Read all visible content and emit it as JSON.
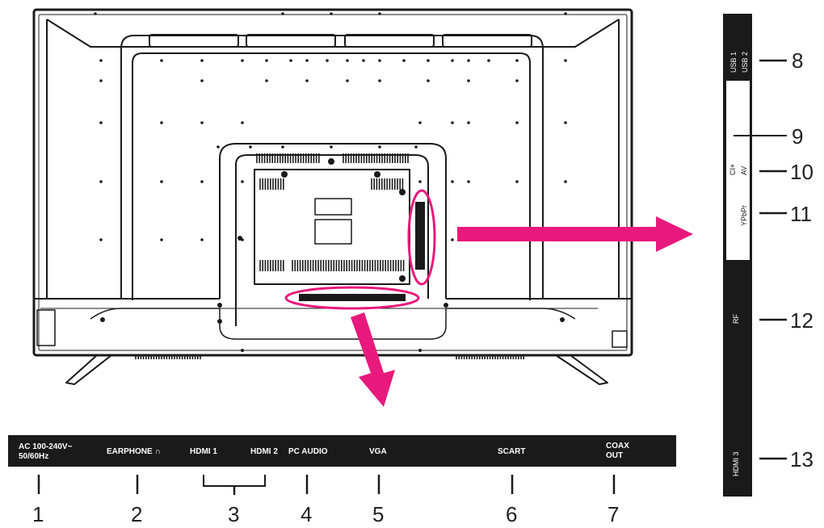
{
  "colors": {
    "callout": "#e8197c",
    "panel": "#1a1a1a",
    "line": "#1a1a1a"
  },
  "bottom_panel": {
    "labels": [
      {
        "key": "ac_line1",
        "text": "AC 100-240V~"
      },
      {
        "key": "ac_line2",
        "text": "50/60Hz"
      },
      {
        "key": "earphone",
        "text": "EARPHONE ∩"
      },
      {
        "key": "hdmi1",
        "text": "HDMI 1"
      },
      {
        "key": "hdmi2",
        "text": "HDMI 2"
      },
      {
        "key": "pc_audio",
        "text": "PC AUDIO"
      },
      {
        "key": "vga",
        "text": "VGA"
      },
      {
        "key": "scart",
        "text": "SCART"
      },
      {
        "key": "coax_line1",
        "text": "COAX"
      },
      {
        "key": "coax_line2",
        "text": "OUT"
      }
    ],
    "numbers": [
      "1",
      "2",
      "3",
      "4",
      "5",
      "6",
      "7"
    ]
  },
  "side_panel": {
    "labels": [
      {
        "key": "usb1",
        "text": "USB 1"
      },
      {
        "key": "usb2",
        "text": "USB 2"
      },
      {
        "key": "ci",
        "text": "CI+"
      },
      {
        "key": "av",
        "text": "AV"
      },
      {
        "key": "ypbpr",
        "text": "YPbPr"
      },
      {
        "key": "rf",
        "text": "RF"
      },
      {
        "key": "hdmi3",
        "text": "HDMI 3"
      }
    ],
    "numbers": [
      "8",
      "9",
      "10",
      "11",
      "12",
      "13"
    ]
  }
}
